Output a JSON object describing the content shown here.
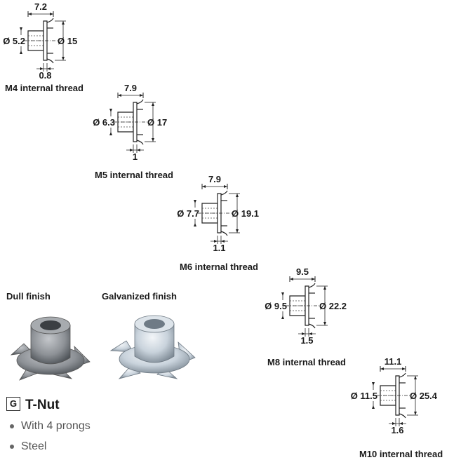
{
  "parts": [
    {
      "id": "m4",
      "top_dim": "7.2",
      "inner_dia": "Ø 5.2",
      "outer_dia": "Ø 15",
      "bottom_dim": "0.8",
      "caption": "M4 internal thread"
    },
    {
      "id": "m5",
      "top_dim": "7.9",
      "inner_dia": "Ø 6.3",
      "outer_dia": "Ø 17",
      "bottom_dim": "1",
      "caption": "M5 internal thread"
    },
    {
      "id": "m6",
      "top_dim": "7.9",
      "inner_dia": "Ø 7.7",
      "outer_dia": "Ø 19.1",
      "bottom_dim": "1.1",
      "caption": "M6 internal thread"
    },
    {
      "id": "m8",
      "top_dim": "9.5",
      "inner_dia": "Ø 9.5",
      "outer_dia": "Ø 22.2",
      "bottom_dim": "1.5",
      "caption": "M8 internal thread"
    },
    {
      "id": "m10",
      "top_dim": "11.1",
      "inner_dia": "Ø 11.5",
      "outer_dia": "Ø 25.4",
      "bottom_dim": "1.6",
      "caption": "M10 internal thread"
    }
  ],
  "finishes": {
    "dull": "Dull finish",
    "galvanized": "Galvanized finish"
  },
  "product": {
    "badge": "G",
    "title": "T-Nut",
    "bullets": [
      "With 4 prongs",
      "Steel"
    ]
  },
  "colors": {
    "text": "#1a1a1a",
    "bullet": "#555555",
    "dull_metal": "#8d9196",
    "galv_metal": "#c9d3dc"
  }
}
